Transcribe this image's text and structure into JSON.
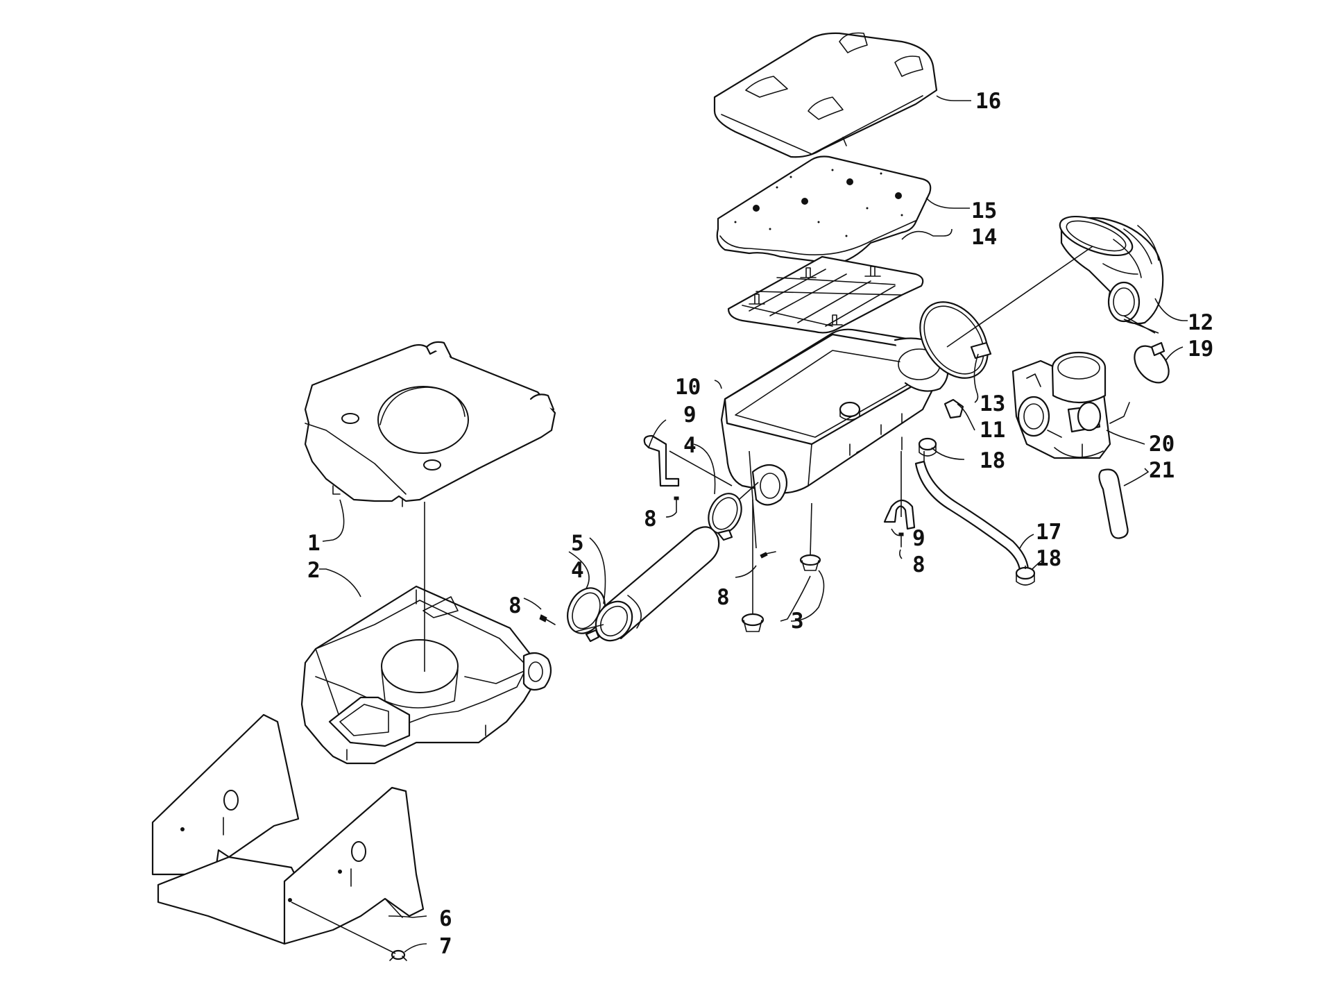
{
  "diagram": {
    "callouts": [
      {
        "id": "c1",
        "text": "1"
      },
      {
        "id": "c2",
        "text": "2"
      },
      {
        "id": "c3",
        "text": "3"
      },
      {
        "id": "c4a",
        "text": "4"
      },
      {
        "id": "c4b",
        "text": "4"
      },
      {
        "id": "c5",
        "text": "5"
      },
      {
        "id": "c6",
        "text": "6"
      },
      {
        "id": "c7",
        "text": "7"
      },
      {
        "id": "c8a",
        "text": "8"
      },
      {
        "id": "c8b",
        "text": "8"
      },
      {
        "id": "c8c",
        "text": "8"
      },
      {
        "id": "c8d",
        "text": "8"
      },
      {
        "id": "c9a",
        "text": "9"
      },
      {
        "id": "c9b",
        "text": "9"
      },
      {
        "id": "c10",
        "text": "10"
      },
      {
        "id": "c11",
        "text": "11"
      },
      {
        "id": "c12",
        "text": "12"
      },
      {
        "id": "c13",
        "text": "13"
      },
      {
        "id": "c14",
        "text": "14"
      },
      {
        "id": "c15",
        "text": "15"
      },
      {
        "id": "c16",
        "text": "16"
      },
      {
        "id": "c17",
        "text": "17"
      },
      {
        "id": "c18a",
        "text": "18"
      },
      {
        "id": "c18b",
        "text": "18"
      },
      {
        "id": "c19",
        "text": "19"
      },
      {
        "id": "c20",
        "text": "20"
      },
      {
        "id": "c21",
        "text": "21"
      }
    ]
  }
}
